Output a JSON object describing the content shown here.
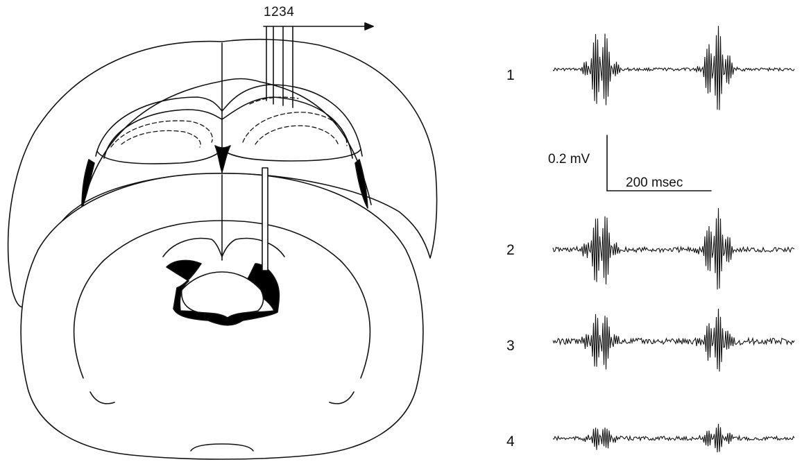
{
  "electrode_labels": "1234",
  "trace_labels": [
    "1",
    "2",
    "3",
    "4"
  ],
  "scale_bar": {
    "amplitude": "0.2 mV",
    "time": "200 msec"
  },
  "colors": {
    "ink": "#111111",
    "ventricle": "#000000",
    "background": "#ffffff"
  }
}
